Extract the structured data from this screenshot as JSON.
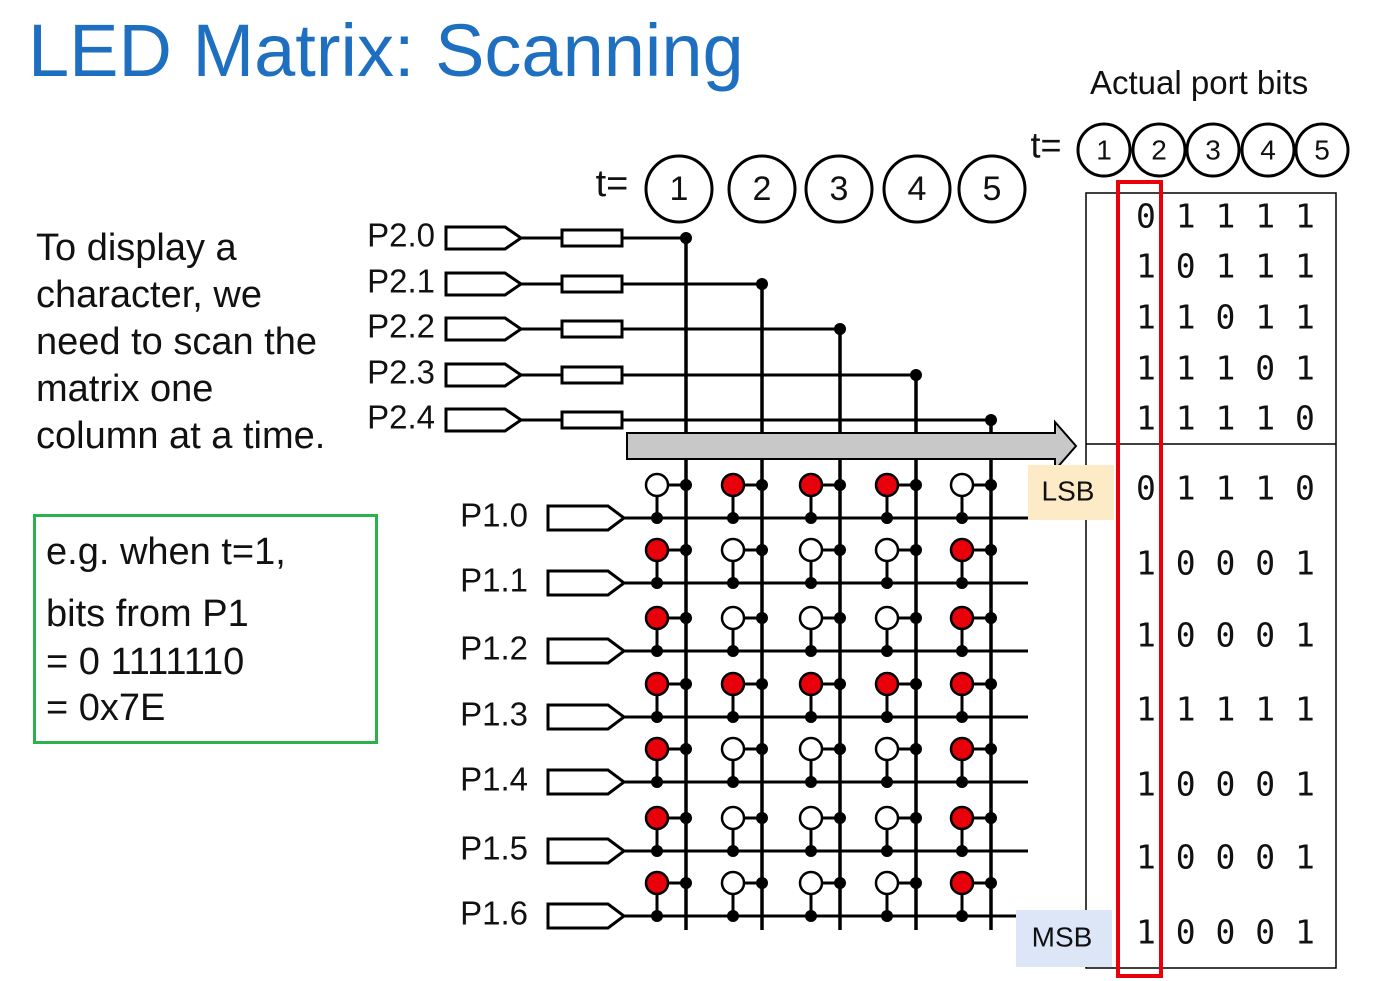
{
  "title": "LED Matrix: Scanning",
  "description": "To display a character, we need to scan the matrix one column at a time.",
  "example": {
    "line1": "e.g. when t=1,",
    "line2": "bits from P1",
    "line3": "= 0 1111110",
    "line4": "= 0x7E"
  },
  "time_label": "t=",
  "time_steps": [
    "1",
    "2",
    "3",
    "4",
    "5"
  ],
  "column_ports": [
    "P2.0",
    "P2.1",
    "P2.2",
    "P2.3",
    "P2.4"
  ],
  "row_ports": [
    "P1.0",
    "P1.1",
    "P1.2",
    "P1.3",
    "P1.4",
    "P1.5",
    "P1.6"
  ],
  "led_states": [
    [
      0,
      1,
      1,
      1,
      0
    ],
    [
      1,
      0,
      0,
      0,
      1
    ],
    [
      1,
      0,
      0,
      0,
      1
    ],
    [
      1,
      1,
      1,
      1,
      1
    ],
    [
      1,
      0,
      0,
      0,
      1
    ],
    [
      1,
      0,
      0,
      0,
      1
    ],
    [
      1,
      0,
      0,
      0,
      1
    ]
  ],
  "port_bits_heading": "Actual port bits",
  "p2_bits": [
    "0 1 1 1 1",
    "1 0 1 1 1",
    "1 1 0 1 1",
    "1 1 1 0 1",
    "1 1 1 1 0"
  ],
  "p1_bits": [
    "0 1 1 1 0",
    "1 0 0 0 1",
    "1 0 0 0 1",
    "1 1 1 1 1",
    "1 0 0 0 1",
    "1 0 0 0 1",
    "1 0 0 0 1"
  ],
  "lsb_label": "LSB",
  "msb_label": "MSB",
  "colors": {
    "title": "#1f6fc0",
    "led_on": "#e8000b",
    "example_border": "#2bb34a",
    "highlight_column": "#e8000b",
    "arrow_fill": "#c8c8c8",
    "lsb_bg": "#fdebc8",
    "msb_bg": "#dce6f7"
  }
}
